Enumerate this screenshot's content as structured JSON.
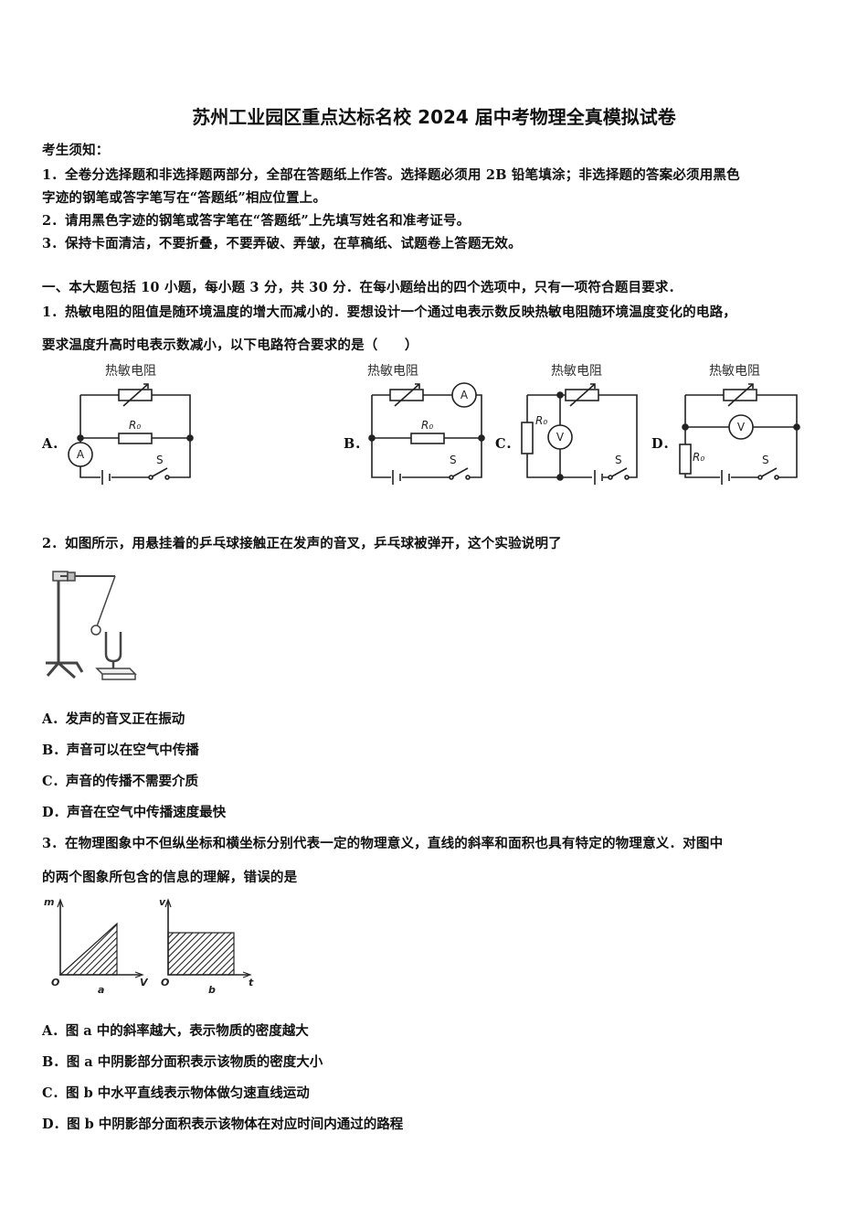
{
  "title": "苏州工业园区重点达标名校 2024 届中考物理全真模拟试卷",
  "notice": {
    "heading": "考生须知：",
    "items": [
      "1．全卷分选择题和非选择题两部分，全部在答题纸上作答。选择题必须用 2B 铅笔填涂；非选择题的答案必须用黑色",
      "字迹的钢笔或答字笔写在“答题纸”相应位置上。",
      "2．请用黑色字迹的钢笔或答字笔在“答题纸”上先填写姓名和准考证号。",
      "3．保持卡面清洁，不要折叠，不要弄破、弄皱，在草稿纸、试题卷上答题无效。"
    ]
  },
  "section1": "一、本大题包括 10 小题，每小题 3 分，共 30 分．在每小题给出的四个选项中，只有一项符合题目要求．",
  "q1": {
    "line1": "1．热敏电阻的阻值是随环境温度的增大而减小的．要想设计一个通过电表示数反映热敏电阻随环境温度变化的电路，",
    "line2": "要求温度升高时电表示数减小，以下电路符合要求的是（　　）",
    "thermistor_label": "热敏电阻",
    "r0_label": "R₀",
    "switch_label": "S",
    "ammeter": "A",
    "voltmeter": "V",
    "options": [
      "A．",
      "B．",
      "C．",
      "D．"
    ]
  },
  "q2": {
    "stem": "2．如图所示，用悬挂着的乒乓球接触正在发声的音叉，乒乓球被弹开，这个实验说明了",
    "options": [
      "A．发声的音叉正在振动",
      "B．声音可以在空气中传播",
      "C．声音的传播不需要介质",
      "D．声音在空气中传播速度最快"
    ]
  },
  "q3": {
    "line1": "3．在物理图象中不但纵坐标和横坐标分别代表一定的物理意义，直线的斜率和面积也具有特定的物理意义．对图中",
    "line2": "的两个图象所包含的信息的理解，错误的是",
    "graph_a": {
      "y": "m",
      "x": "V",
      "origin": "O",
      "caption": "a"
    },
    "graph_b": {
      "y": "v",
      "x": "t",
      "origin": "O",
      "caption": "b"
    },
    "options": [
      "A．图 a 中的斜率越大，表示物质的密度越大",
      "B．图 a 中阴影部分面积表示该物质的密度大小",
      "C．图 b 中水平直线表示物体做匀速直线运动",
      "D．图 b 中阴影部分面积表示该物体在对应时间内通过的路程"
    ]
  }
}
